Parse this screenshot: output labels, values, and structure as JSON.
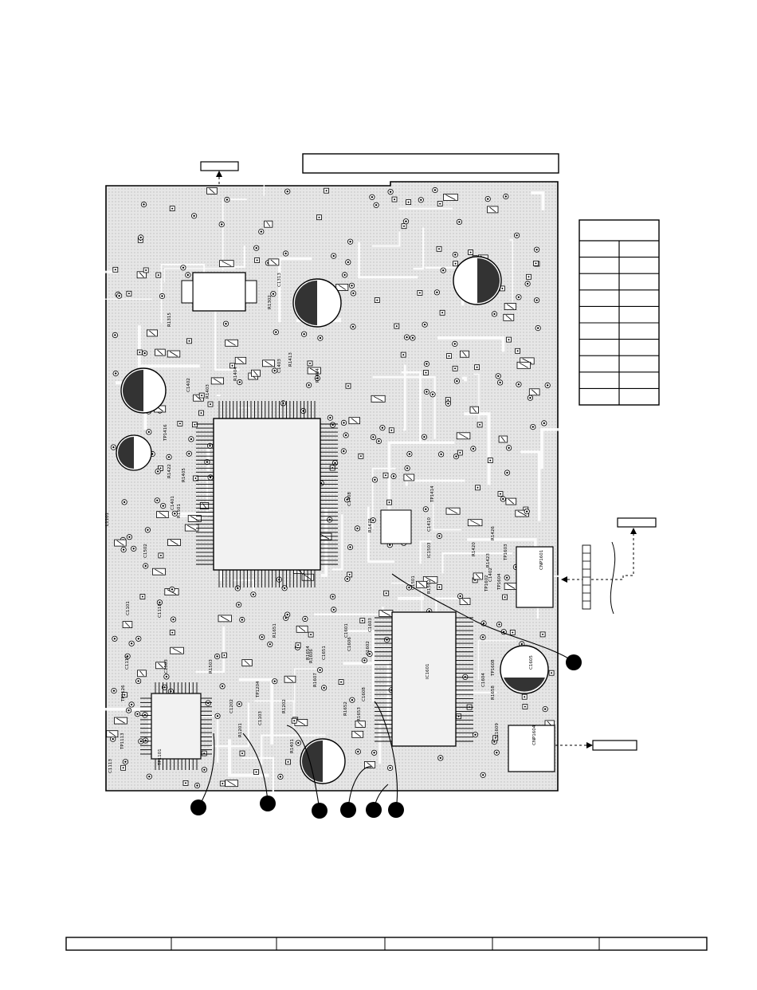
{
  "board": {
    "reference_designators": [
      {
        "ref": "C1313"
      },
      {
        "ref": "R1302"
      },
      {
        "ref": "R1315"
      },
      {
        "ref": "C1402"
      },
      {
        "ref": "R1403"
      },
      {
        "ref": "R1404"
      },
      {
        "ref": "C1403"
      },
      {
        "ref": "R1413"
      },
      {
        "ref": "R1404"
      },
      {
        "ref": "TP1416"
      },
      {
        "ref": "R1422"
      },
      {
        "ref": "C1408"
      },
      {
        "ref": "R1475"
      },
      {
        "ref": "TP1414"
      },
      {
        "ref": "C1410"
      },
      {
        "ref": "R1426"
      },
      {
        "ref": "R1420"
      },
      {
        "ref": "R1423"
      },
      {
        "ref": "TP1603"
      },
      {
        "ref": "TP1602"
      },
      {
        "ref": "TP1604"
      },
      {
        "ref": "C1402"
      },
      {
        "ref": "CNP1601"
      },
      {
        "ref": "C1605"
      },
      {
        "ref": "TP1608"
      },
      {
        "ref": "C1604"
      },
      {
        "ref": "R1658"
      },
      {
        "ref": "C1606"
      },
      {
        "ref": "CNP1604"
      },
      {
        "ref": "C1609"
      },
      {
        "ref": "IC1601"
      },
      {
        "ref": "C1603"
      },
      {
        "ref": "C1602"
      },
      {
        "ref": "C1601"
      },
      {
        "ref": "C1608"
      },
      {
        "ref": "R1606"
      },
      {
        "ref": "R1652"
      },
      {
        "ref": "R1653"
      },
      {
        "ref": "R1607"
      },
      {
        "ref": "R1651"
      },
      {
        "ref": "R1654"
      },
      {
        "ref": "C1651"
      },
      {
        "ref": "L1101"
      },
      {
        "ref": "C1101"
      },
      {
        "ref": "C1118"
      },
      {
        "ref": "C1116"
      },
      {
        "ref": "TP1126"
      },
      {
        "ref": "C1113"
      },
      {
        "ref": "TP1204"
      },
      {
        "ref": "R1202"
      },
      {
        "ref": "C1103"
      },
      {
        "ref": "C1202"
      },
      {
        "ref": "R1201"
      },
      {
        "ref": "TP1101"
      },
      {
        "ref": "TP1113"
      },
      {
        "ref": "R1401"
      },
      {
        "ref": "R1405"
      },
      {
        "ref": "C1401"
      },
      {
        "ref": "R1501"
      },
      {
        "ref": "C1501"
      },
      {
        "ref": "R1502"
      },
      {
        "ref": "C1503"
      },
      {
        "ref": "R1503"
      },
      {
        "ref": "C1502"
      },
      {
        "ref": "IC1503"
      }
    ]
  }
}
